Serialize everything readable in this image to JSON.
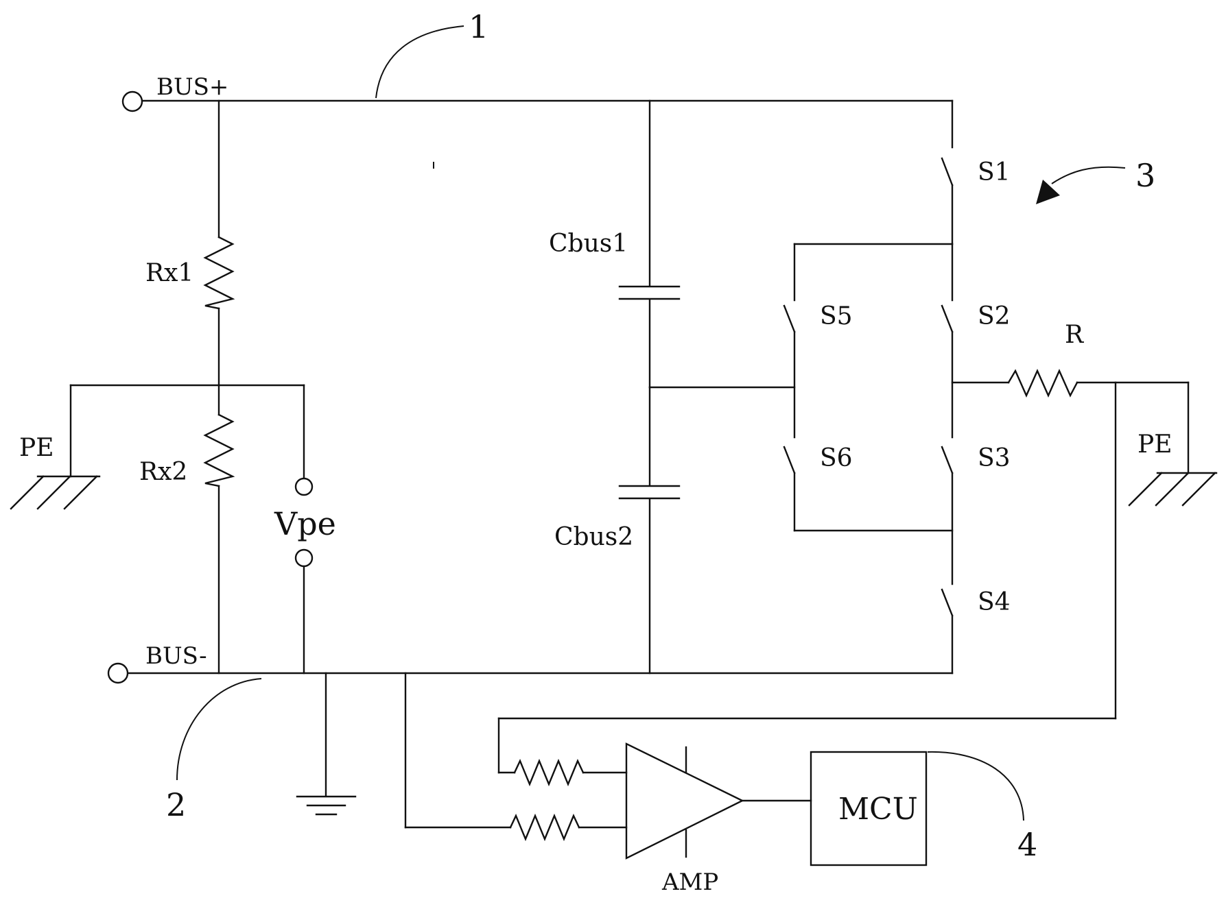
{
  "labels": {
    "bus_plus": "BUS+",
    "bus_minus": "BUS-",
    "rx1": "Rx1",
    "rx2": "Rx2",
    "pe_left": "PE",
    "pe_right": "PE",
    "vpe": "Vpe",
    "cbus1": "Cbus1",
    "cbus2": "Cbus2",
    "s1": "S1",
    "s2": "S2",
    "s3": "S3",
    "s4": "S4",
    "s5": "S5",
    "s6": "S6",
    "r": "R",
    "amp": "AMP",
    "mcu": "MCU"
  },
  "callouts": {
    "c1": "1",
    "c2": "2",
    "c3": "3",
    "c4": "4"
  }
}
